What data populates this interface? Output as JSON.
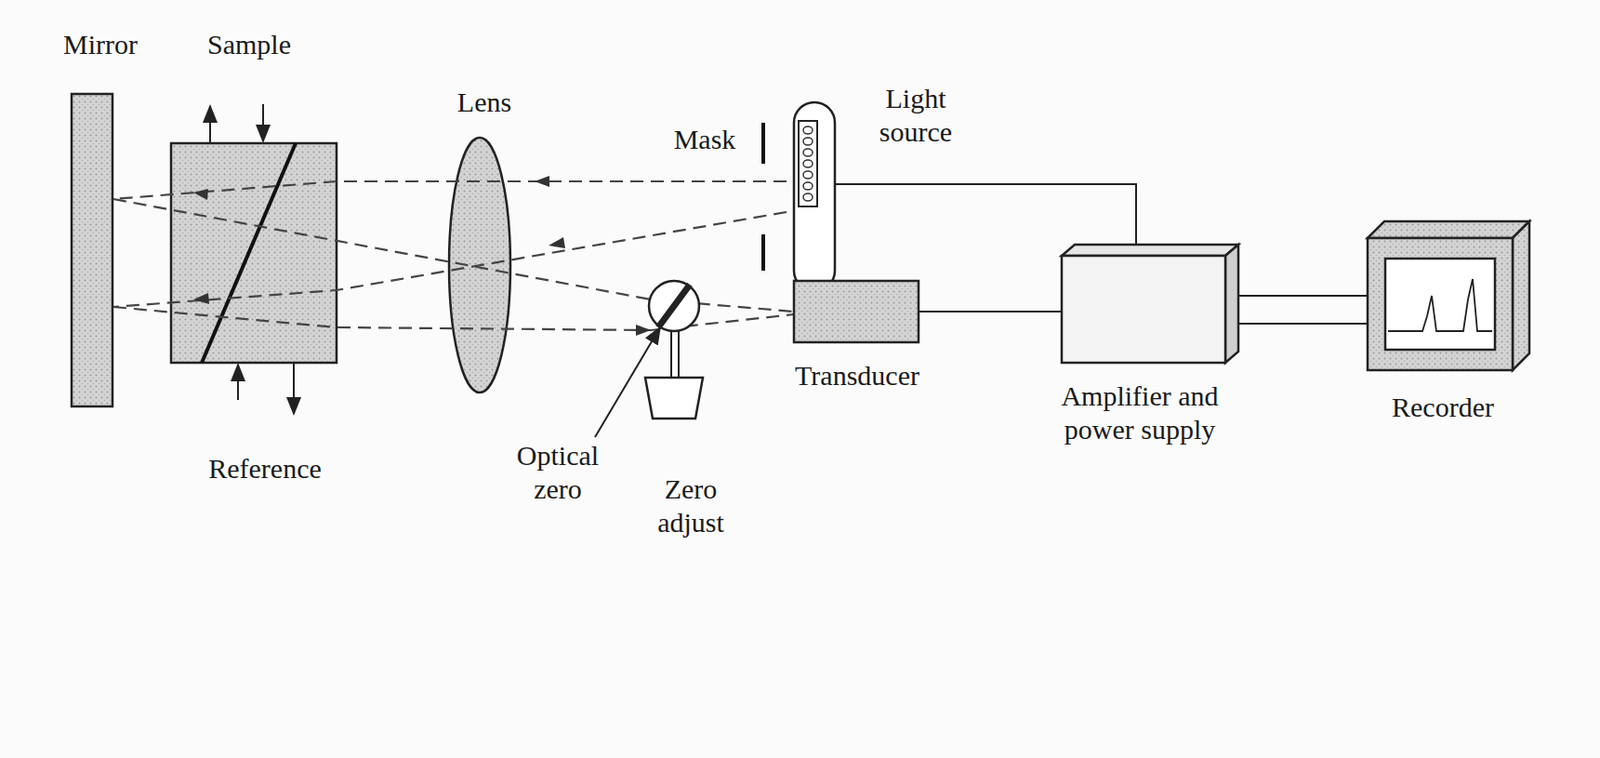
{
  "diagram": {
    "labels": [
      "Mirror",
      "Sample",
      "Lens",
      "Light source",
      "Mask",
      "Transducer",
      "Amplifier and power supply",
      "Recorder",
      "Reference",
      "Optical zero",
      "Zero adjust"
    ]
  }
}
